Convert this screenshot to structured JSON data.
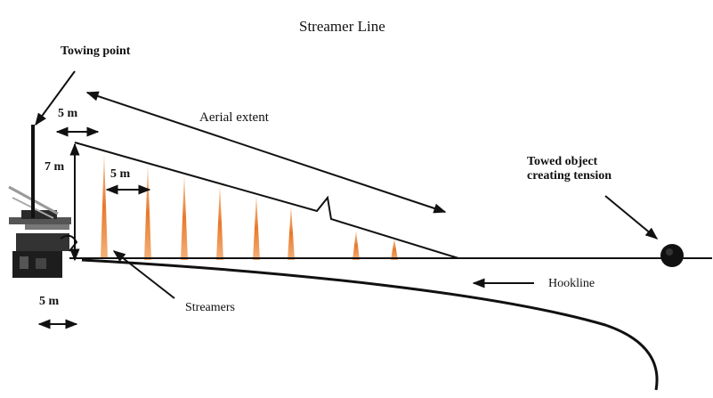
{
  "title": "Streamer Line",
  "labels": {
    "towing_point": "Towing point",
    "aerial_extent": "Aerial extent",
    "towed_object_line1": "Towed object",
    "towed_object_line2": "creating tension",
    "streamers": "Streamers",
    "hookline": "Hookline",
    "dim_top": "5 m",
    "dim_height": "7 m",
    "dim_spacing": "5 m",
    "dim_stern": "5 m"
  },
  "colors": {
    "streamer": "#e8782a",
    "line": "#111111",
    "background": "#ffffff"
  },
  "icons": {
    "vessel": "fishing-vessel-icon",
    "towed_object": "towed-buoy-icon"
  }
}
